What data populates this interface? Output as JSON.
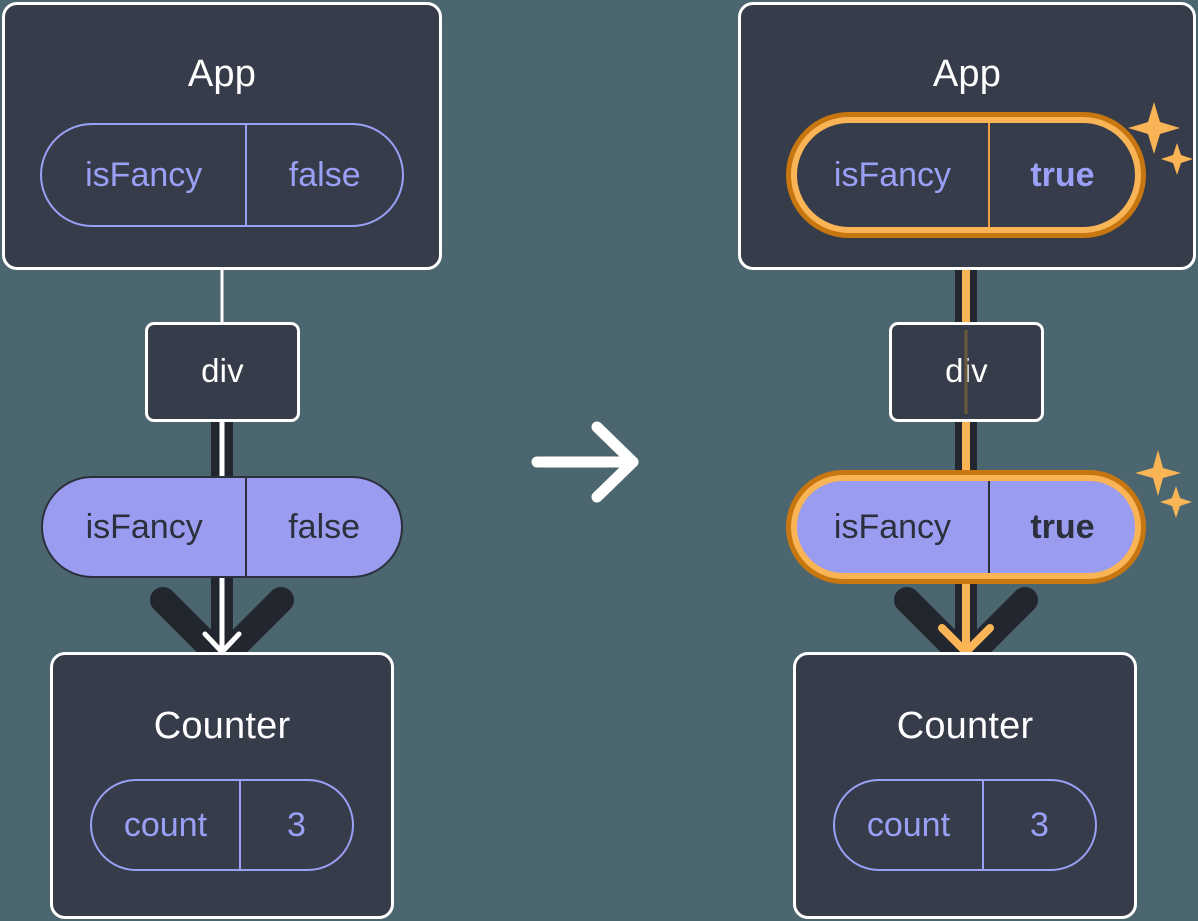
{
  "diagram": {
    "title": "React state propagation diagram",
    "background_color": "#4c6670",
    "transition_arrow_icon": "right-arrow-icon",
    "panels": [
      {
        "id": "before",
        "root": {
          "label": "App",
          "state_pill": {
            "name": "isFancy",
            "value": "false",
            "highlighted": false,
            "style": "outline"
          }
        },
        "middle": {
          "label": "div"
        },
        "props_pill": {
          "name": "isFancy",
          "value": "false",
          "highlighted": false,
          "style": "filled"
        },
        "child": {
          "label": "Counter",
          "state_pill": {
            "name": "count",
            "value": "3",
            "highlighted": false,
            "style": "outline"
          }
        },
        "connector_color": "#ffffff",
        "sparkles": false
      },
      {
        "id": "after",
        "root": {
          "label": "App",
          "state_pill": {
            "name": "isFancy",
            "value": "true",
            "highlighted": true,
            "style": "highlight-dark"
          }
        },
        "middle": {
          "label": "div"
        },
        "props_pill": {
          "name": "isFancy",
          "value": "true",
          "highlighted": true,
          "style": "highlight-purple"
        },
        "child": {
          "label": "Counter",
          "state_pill": {
            "name": "count",
            "value": "3",
            "highlighted": false,
            "style": "outline"
          }
        },
        "connector_color": "#f9b455",
        "sparkles": true
      }
    ],
    "colors": {
      "background": "#4c6670",
      "box_fill": "#363c4a",
      "box_border": "#ffffff",
      "pill_outline": "#9aa0f5",
      "pill_filled": "#9a9cf0",
      "pill_text_dark": "#2b303c",
      "highlight_outer": "#c8760f",
      "highlight_inner": "#f9b455",
      "wire_dark": "#22262f",
      "wire_light": "#ffffff",
      "wire_accent": "#f9b455"
    }
  }
}
